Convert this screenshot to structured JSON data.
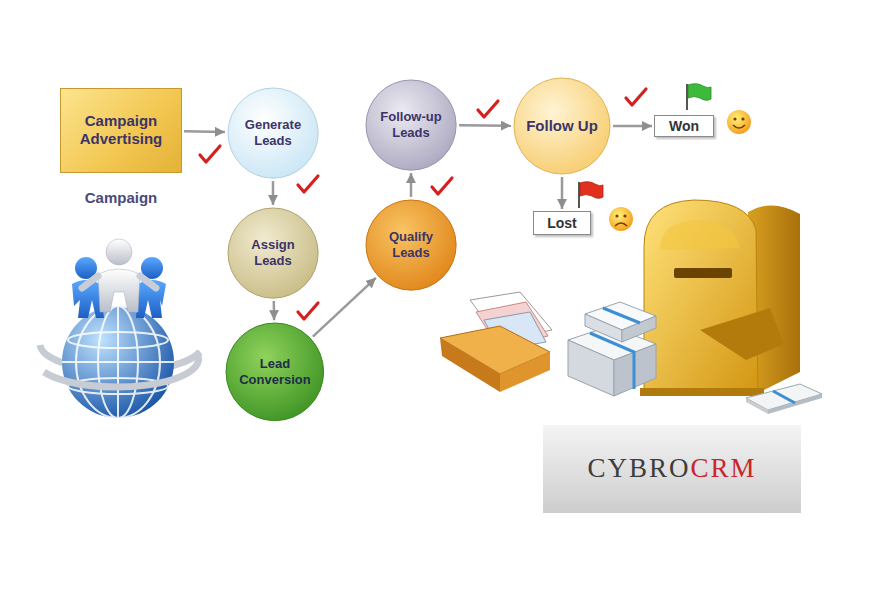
{
  "diagram": {
    "nodes": [
      {
        "text": [
          "Campaign Advertising",
          "Campaign"
        ]
      },
      {
        "text": [
          "Generate Leads"
        ]
      },
      {
        "text": [
          "Assign Leads"
        ]
      },
      {
        "text": [
          "Lead Conversion"
        ]
      },
      {
        "text": [
          "Qualify Leads"
        ]
      },
      {
        "text": [
          "Follow-up Leads"
        ]
      },
      {
        "text": [
          "Follow Up"
        ]
      },
      {
        "text": [
          "Won"
        ]
      },
      {
        "text": [
          "Lost"
        ]
      }
    ],
    "edges": [
      {
        "from": 0,
        "to": 1,
        "arrow": "to"
      },
      {
        "from": 1,
        "to": 2,
        "arrow": "to"
      },
      {
        "from": 2,
        "to": 3,
        "arrow": "to"
      },
      {
        "from": 3,
        "to": 4,
        "arrow": "to"
      },
      {
        "from": 4,
        "to": 5,
        "arrow": "to"
      },
      {
        "from": 5,
        "to": 6,
        "arrow": "to"
      },
      {
        "from": 6,
        "to": 7,
        "arrow": "to"
      },
      {
        "from": 6,
        "to": 8,
        "arrow": "to"
      }
    ],
    "labels": [
      "CYBRO",
      "CRM"
    ]
  }
}
